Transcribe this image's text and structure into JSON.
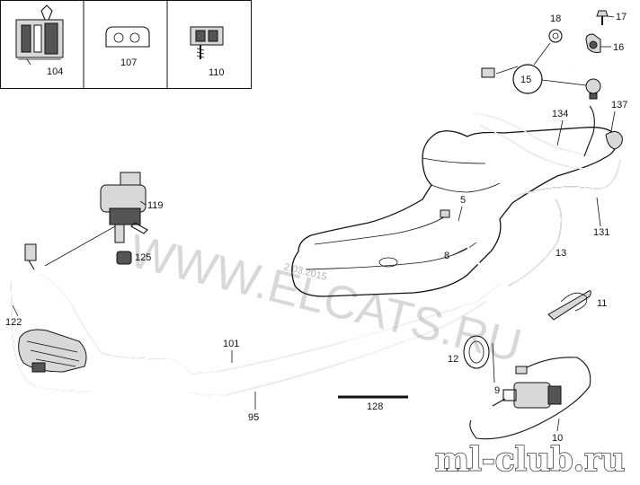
{
  "header_parts": [
    {
      "number": "104"
    },
    {
      "number": "107"
    },
    {
      "number": "110"
    }
  ],
  "callouts": {
    "p18": "18",
    "p17": "17",
    "p16": "16",
    "p15": "15",
    "p134": "134",
    "p137": "137",
    "p119": "119",
    "p125": "125",
    "p5": "5",
    "p8": "8",
    "p13": "13",
    "p131": "131",
    "p11": "11",
    "p122": "122",
    "p101": "101",
    "p12": "12",
    "p9": "9",
    "p95": "95",
    "p128": "128",
    "p10": "10"
  },
  "watermark": {
    "text": "WWW.ELCATS.RU",
    "date": "2.03.2015"
  },
  "brand": {
    "text": "ml-club.ru"
  }
}
